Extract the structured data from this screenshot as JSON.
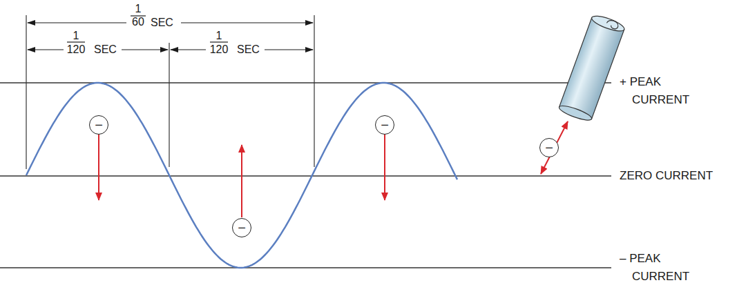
{
  "diagram": {
    "nodes": [
      {
        "text": [
          "−"
        ]
      },
      {
        "text": [
          "−"
        ]
      },
      {
        "text": [
          "−"
        ]
      },
      {
        "text": [
          "−"
        ]
      }
    ],
    "labels": [
      "1",
      "60",
      "SEC",
      "1",
      "120",
      "SEC",
      "1",
      "120",
      "SEC",
      "+ PEAK CURRENT",
      "ZERO CURRENT",
      "– PEAK CURRENT"
    ]
  }
}
